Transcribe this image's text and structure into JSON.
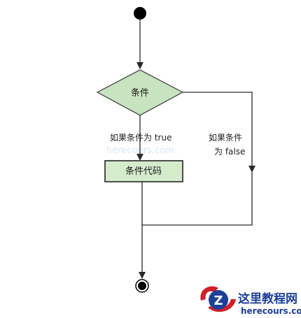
{
  "diagram": {
    "condition_label": "条件",
    "code_label": "条件代码",
    "true_label": "如果条件为 true",
    "false_label_line1": "如果条件",
    "false_label_line2": "为 false"
  },
  "watermark": {
    "brand_name": "这里教程网",
    "brand_url": "herecours.com"
  },
  "colors": {
    "decision_fill": "#c7e3c0",
    "process_fill": "#d4ebcc",
    "line": "#2a2a2a",
    "brand": "#1c3f9a",
    "brand_accent": "#d0202a"
  }
}
